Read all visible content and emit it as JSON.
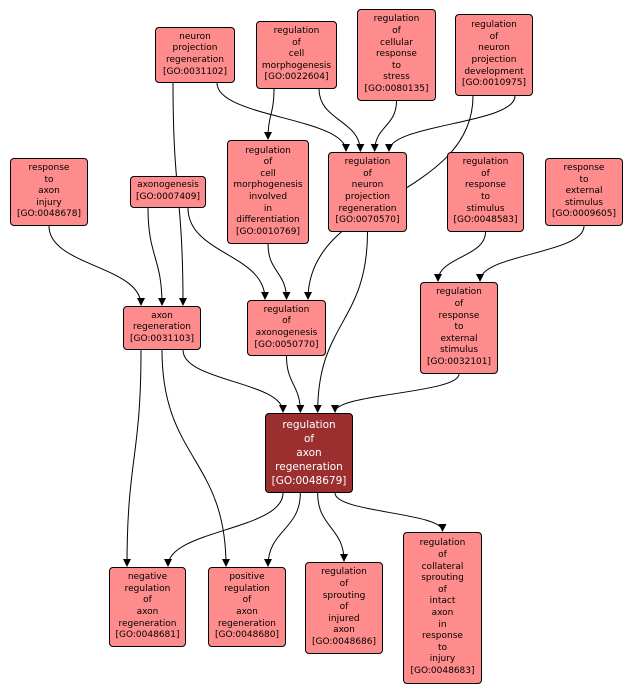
{
  "colors": {
    "node_fill": "#ff8c8c",
    "focus_fill": "#9b2e2e",
    "edge": "#000000",
    "background": "#ffffff"
  },
  "nodes": [
    {
      "id": "n0031102",
      "lines": [
        "neuron",
        "projection",
        "regeneration",
        "[GO:0031102]"
      ]
    },
    {
      "id": "n0022604",
      "lines": [
        "regulation",
        "of",
        "cell",
        "morphogenesis",
        "[GO:0022604]"
      ]
    },
    {
      "id": "n0080135",
      "lines": [
        "regulation",
        "of",
        "cellular",
        "response",
        "to",
        "stress",
        "[GO:0080135]"
      ]
    },
    {
      "id": "n0010975",
      "lines": [
        "regulation",
        "of",
        "neuron",
        "projection",
        "development",
        "[GO:0010975]"
      ]
    },
    {
      "id": "n0048678",
      "lines": [
        "response",
        "to",
        "axon",
        "injury",
        "[GO:0048678]"
      ]
    },
    {
      "id": "n0007409",
      "lines": [
        "axonogenesis",
        "[GO:0007409]"
      ]
    },
    {
      "id": "n0010769",
      "lines": [
        "regulation",
        "of",
        "cell",
        "morphogenesis",
        "involved",
        "in",
        "differentiation",
        "[GO:0010769]"
      ]
    },
    {
      "id": "n0070570",
      "lines": [
        "regulation",
        "of",
        "neuron",
        "projection",
        "regeneration",
        "[GO:0070570]"
      ]
    },
    {
      "id": "n0048583",
      "lines": [
        "regulation",
        "of",
        "response",
        "to",
        "stimulus",
        "[GO:0048583]"
      ]
    },
    {
      "id": "n0009605",
      "lines": [
        "response",
        "to",
        "external",
        "stimulus",
        "[GO:0009605]"
      ]
    },
    {
      "id": "n0031103",
      "lines": [
        "axon",
        "regeneration",
        "[GO:0031103]"
      ]
    },
    {
      "id": "n0050770",
      "lines": [
        "regulation",
        "of",
        "axonogenesis",
        "[GO:0050770]"
      ]
    },
    {
      "id": "n0032101",
      "lines": [
        "regulation",
        "of",
        "response",
        "to",
        "external",
        "stimulus",
        "[GO:0032101]"
      ]
    },
    {
      "id": "n0048679",
      "lines": [
        "regulation",
        "of",
        "axon",
        "regeneration",
        "[GO:0048679]"
      ],
      "focus": true
    },
    {
      "id": "n0048681",
      "lines": [
        "negative",
        "regulation",
        "of",
        "axon",
        "regeneration",
        "[GO:0048681]"
      ]
    },
    {
      "id": "n0048680",
      "lines": [
        "positive",
        "regulation",
        "of",
        "axon",
        "regeneration",
        "[GO:0048680]"
      ]
    },
    {
      "id": "n0048686",
      "lines": [
        "regulation",
        "of",
        "sprouting",
        "of",
        "injured",
        "axon",
        "[GO:0048686]"
      ]
    },
    {
      "id": "n0048683",
      "lines": [
        "regulation",
        "of",
        "collateral",
        "sprouting",
        "of",
        "intact",
        "axon",
        "in",
        "response",
        "to",
        "injury",
        "[GO:0048683]"
      ]
    }
  ],
  "edges": [
    [
      "n0031102",
      "n0031103"
    ],
    [
      "n0031102",
      "n0070570"
    ],
    [
      "n0022604",
      "n0010769"
    ],
    [
      "n0022604",
      "n0070570"
    ],
    [
      "n0080135",
      "n0070570"
    ],
    [
      "n0010975",
      "n0070570"
    ],
    [
      "n0010975",
      "n0050770"
    ],
    [
      "n0048678",
      "n0031103"
    ],
    [
      "n0007409",
      "n0031103"
    ],
    [
      "n0007409",
      "n0050770"
    ],
    [
      "n0010769",
      "n0050770"
    ],
    [
      "n0048583",
      "n0032101"
    ],
    [
      "n0009605",
      "n0032101"
    ],
    [
      "n0031103",
      "n0048679"
    ],
    [
      "n0050770",
      "n0048679"
    ],
    [
      "n0070570",
      "n0048679"
    ],
    [
      "n0032101",
      "n0048679"
    ],
    [
      "n0031103",
      "n0048681"
    ],
    [
      "n0031103",
      "n0048680"
    ],
    [
      "n0048679",
      "n0048681"
    ],
    [
      "n0048679",
      "n0048680"
    ],
    [
      "n0048679",
      "n0048686"
    ],
    [
      "n0048679",
      "n0048683"
    ]
  ]
}
